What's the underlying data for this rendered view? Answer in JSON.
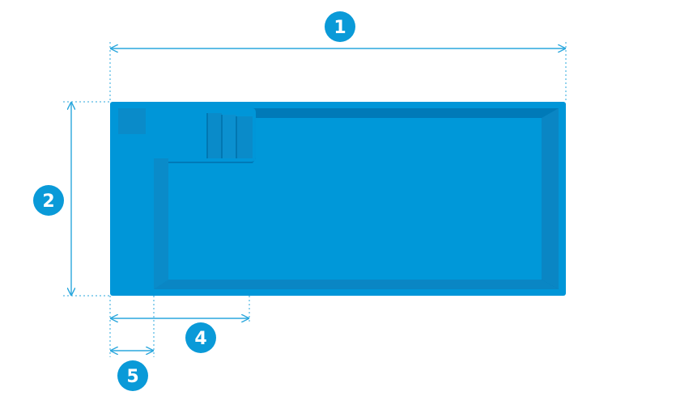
{
  "colors": {
    "pool_fill": "#0096d8",
    "pool_inner_wall": "#007ab8",
    "pool_floor": "#0098d9",
    "dimension_line": "#2aa7dd",
    "badge_fill": "#0a9ad8",
    "badge_text": "#ffffff",
    "background": "#ffffff"
  },
  "badges": [
    {
      "id": "badge-1",
      "label": "1"
    },
    {
      "id": "badge-2",
      "label": "2"
    },
    {
      "id": "badge-4",
      "label": "4"
    },
    {
      "id": "badge-5",
      "label": "5"
    }
  ]
}
